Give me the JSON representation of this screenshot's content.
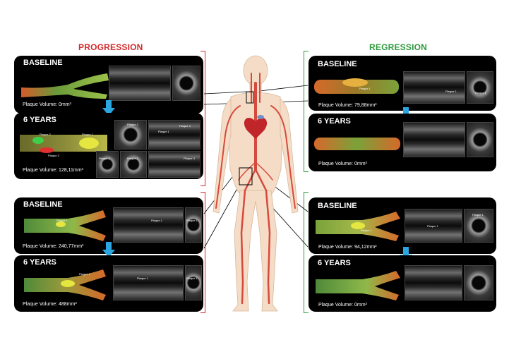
{
  "headings": {
    "progression": "PROGRESSION",
    "regression": "REGRESSION"
  },
  "colors": {
    "progression": "#d3282a",
    "regression": "#2f9a3e",
    "arrow": "#2ca6e0",
    "artery": "#d64a3d",
    "body": "#f5dcc6"
  },
  "panels": {
    "prog_carotid_baseline": {
      "stage": "BASELINE",
      "volume": "Plaque Volume: 0mm³"
    },
    "prog_carotid_6y": {
      "stage": "6 YEARS",
      "volume": "Plaque Volume: 128,11mm³",
      "labels": [
        "Plaque 2",
        "Plaque 1",
        "Plaque 3",
        "Plaque 2",
        "Plaque 1",
        "Plaque 3",
        "Plaque 2",
        "Plaque 2",
        "Plaque 3"
      ]
    },
    "prog_femoral_baseline": {
      "stage": "BASELINE",
      "volume": "Plaque Volume: 240,77mm³",
      "labels": [
        "Plaque 1",
        "Plaque 1",
        "Plaque 1"
      ]
    },
    "prog_femoral_6y": {
      "stage": "6 YEARS",
      "volume": "Plaque Volume: 488mm³",
      "labels": [
        "Plaque 1",
        "Plaque 1",
        "Plaque 1"
      ]
    },
    "reg_carotid_baseline": {
      "stage": "BASELINE",
      "volume": "Plaque Volume: 79,88mm³",
      "labels": [
        "Plaque 1",
        "Plaque 1",
        "Plaque 1"
      ]
    },
    "reg_carotid_6y": {
      "stage": "6 YEARS",
      "volume": "Plaque Volume: 0mm³"
    },
    "reg_femoral_baseline": {
      "stage": "BASELINE",
      "volume": "Plaque Volume: 94,12mm³",
      "labels": [
        "Plaque 1",
        "Plaque 1",
        "Plaque 1"
      ]
    },
    "reg_femoral_6y": {
      "stage": "6 YEARS",
      "volume": "Plaque Volume: 0mm³"
    }
  }
}
